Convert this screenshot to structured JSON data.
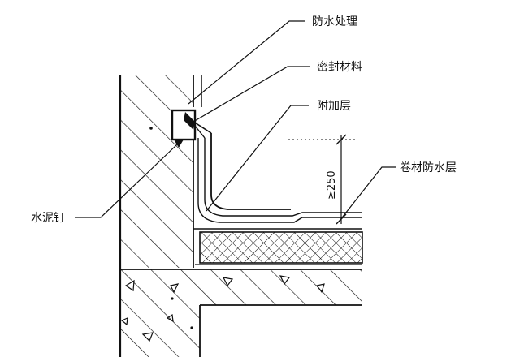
{
  "diagram": {
    "labels": {
      "waterproof_treatment": "防水处理",
      "sealing_material": "密封材料",
      "additional_layer": "附加层",
      "roll_waterproof_layer": "卷材防水层",
      "cement_nail": "水泥钉"
    },
    "dimension": "≥250"
  },
  "colors": {
    "ink": "#111111",
    "paper": "#ffffff"
  }
}
